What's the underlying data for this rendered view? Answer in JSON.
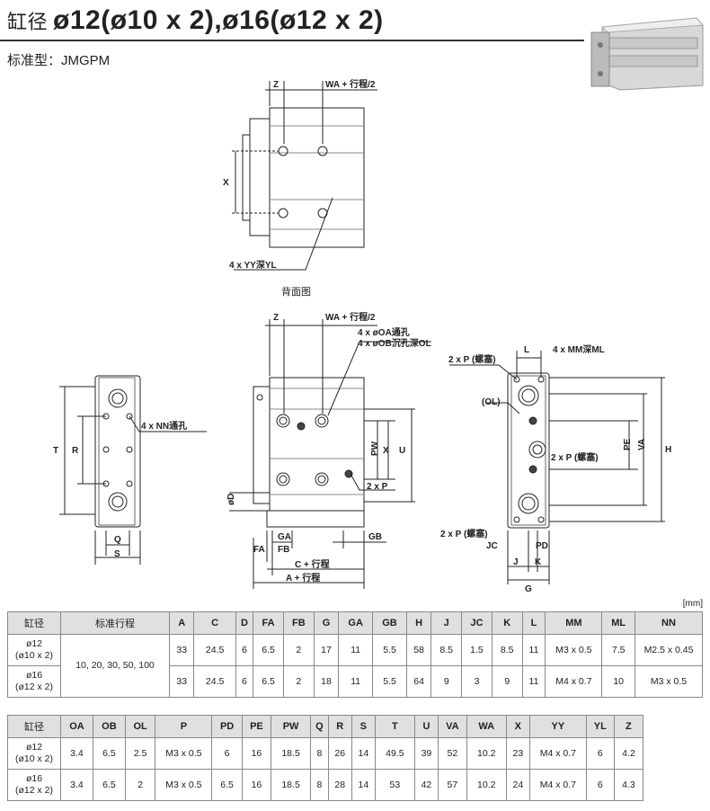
{
  "header": {
    "title_cn": "缸径",
    "title_sizes": "ø12(ø10 x 2),ø16(ø12 x 2)",
    "subtitle": "标准型：JMGPM"
  },
  "drawing": {
    "rear_view_caption": "背面图",
    "labels": {
      "z": "Z",
      "wa": "WA + 行程/2",
      "x": "X",
      "yy": "4 x YY深YL",
      "oa": "4 x øOA通孔",
      "ob": "4 x øOB沉孔深OL",
      "nn": "4 x NN通孔",
      "t": "T",
      "r": "R",
      "q": "Q",
      "s": "S",
      "pw": "PW",
      "u": "U",
      "p2": "2 x P",
      "d": "øD",
      "fa": "FA",
      "fb": "FB",
      "ga": "GA",
      "gb": "GB",
      "c": "C + 行程",
      "a": "A + 行程",
      "l": "L",
      "mm": "4 x MM深ML",
      "plug1": "2 x P (螺塞)",
      "ol": "(OL)",
      "plug2": "2 x P (螺塞)",
      "plug3": "2 x P (螺塞)",
      "pe": "PE",
      "va": "VA",
      "h": "H",
      "jc": "JC",
      "pd": "PD",
      "j": "J",
      "k": "K",
      "g": "G"
    }
  },
  "unit": "[mm]",
  "table1": {
    "headers": [
      "缸径",
      "标准行程",
      "A",
      "C",
      "D",
      "FA",
      "FB",
      "G",
      "GA",
      "GB",
      "H",
      "J",
      "JC",
      "K",
      "L",
      "MM",
      "ML",
      "NN"
    ],
    "stroke": "10, 20, 30, 50, 100",
    "rows": [
      {
        "bore1": "ø12",
        "bore2": "(ø10 x 2)",
        "cells": [
          "33",
          "24.5",
          "6",
          "6.5",
          "2",
          "17",
          "11",
          "5.5",
          "58",
          "8.5",
          "1.5",
          "8.5",
          "11",
          "M3 x 0.5",
          "7.5",
          "M2.5 x 0.45"
        ]
      },
      {
        "bore1": "ø16",
        "bore2": "(ø12 x 2)",
        "cells": [
          "33",
          "24.5",
          "6",
          "6.5",
          "2",
          "18",
          "11",
          "5.5",
          "64",
          "9",
          "3",
          "9",
          "11",
          "M4 x 0.7",
          "10",
          "M3 x 0.5"
        ]
      }
    ]
  },
  "table2": {
    "headers": [
      "缸径",
      "OA",
      "OB",
      "OL",
      "P",
      "PD",
      "PE",
      "PW",
      "Q",
      "R",
      "S",
      "T",
      "U",
      "VA",
      "WA",
      "X",
      "YY",
      "YL",
      "Z"
    ],
    "rows": [
      {
        "bore1": "ø12",
        "bore2": "(ø10 x 2)",
        "cells": [
          "3.4",
          "6.5",
          "2.5",
          "M3 x 0.5",
          "6",
          "16",
          "18.5",
          "8",
          "26",
          "14",
          "49.5",
          "39",
          "52",
          "10.2",
          "23",
          "M4 x 0.7",
          "6",
          "4.2"
        ]
      },
      {
        "bore1": "ø16",
        "bore2": "(ø12 x 2)",
        "cells": [
          "3.4",
          "6.5",
          "2",
          "M3 x 0.5",
          "6.5",
          "16",
          "18.5",
          "8",
          "28",
          "14",
          "53",
          "42",
          "57",
          "10.2",
          "24",
          "M4 x 0.7",
          "6",
          "4.3"
        ]
      }
    ]
  }
}
